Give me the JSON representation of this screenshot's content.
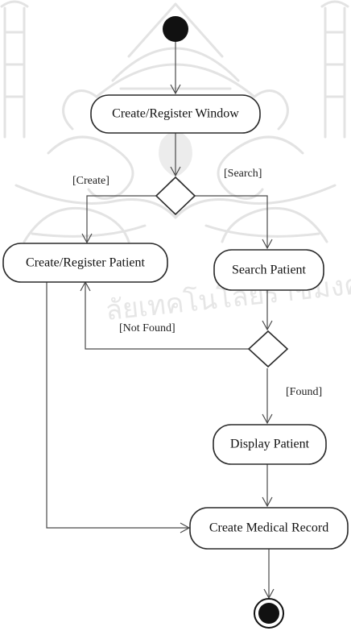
{
  "nodes": {
    "create_register_window": "Create/Register Window",
    "create_register_patient": "Create/Register Patient",
    "search_patient": "Search Patient",
    "display_patient": "Display Patient",
    "create_medical_record": "Create Medical Record"
  },
  "guards": {
    "create": "[Create]",
    "search": "[Search]",
    "not_found": "[Not Found]",
    "found": "[Found]"
  },
  "watermark": {
    "text": "ลัยเทคโนโลยีราชมงคลล้านนา"
  }
}
